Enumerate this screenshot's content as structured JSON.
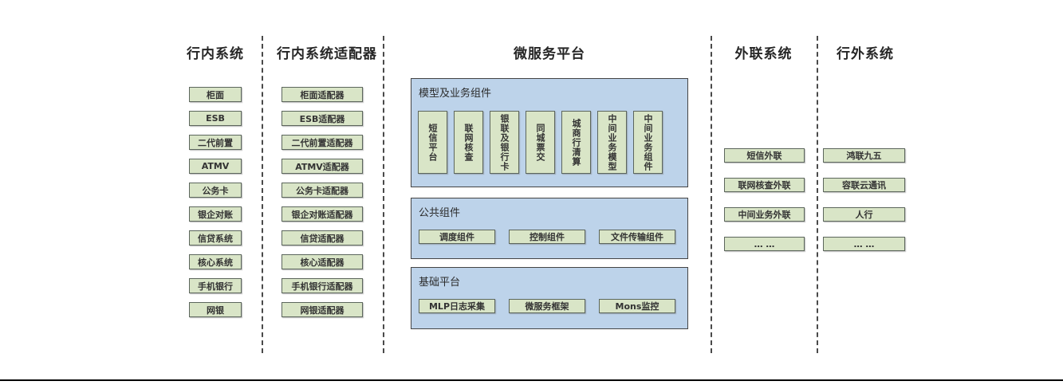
{
  "colors": {
    "panel_blue": "#bdd3ea",
    "box_green": "#d9e5c7",
    "box_border": "#5c665c",
    "panel_border": "#444444",
    "divider": "#4a4a4a",
    "header_text": "#262626",
    "box_text": "#333333",
    "bottom_line": "#000000"
  },
  "columns": {
    "internal": {
      "title": "行内系统",
      "items": [
        "柜面",
        "ESB",
        "二代前置",
        "ATMV",
        "公务卡",
        "银企对账",
        "信贷系统",
        "核心系统",
        "手机银行",
        "网银"
      ]
    },
    "adapters": {
      "title": "行内系统适配器",
      "items": [
        "柜面适配器",
        "ESB适配器",
        "二代前置适配器",
        "ATMV适配器",
        "公务卡适配器",
        "银企对账适配器",
        "信贷适配器",
        "核心适配器",
        "手机银行适配器",
        "网银适配器"
      ]
    },
    "platform": {
      "title": "微服务平台",
      "panels": [
        {
          "label": "模型及业务组件",
          "orientation": "vertical",
          "items": [
            "短信平台",
            "联网核查",
            "银联及银行卡",
            "同城票交",
            "城商行清算",
            "中间业务模型",
            "中间业务组件"
          ]
        },
        {
          "label": "公共组件",
          "orientation": "horizontal",
          "items": [
            "调度组件",
            "控制组件",
            "文件传输组件"
          ]
        },
        {
          "label": "基础平台",
          "orientation": "horizontal",
          "items": [
            "MLP日志采集",
            "微服务框架",
            "Mons监控"
          ]
        }
      ]
    },
    "outreach": {
      "title": "外联系统",
      "items": [
        "短信外联",
        "联网核查外联",
        "中间业务外联",
        "… …"
      ]
    },
    "external": {
      "title": "行外系统",
      "items": [
        "鸿联九五",
        "容联云通讯",
        "人行",
        "… …"
      ]
    }
  }
}
